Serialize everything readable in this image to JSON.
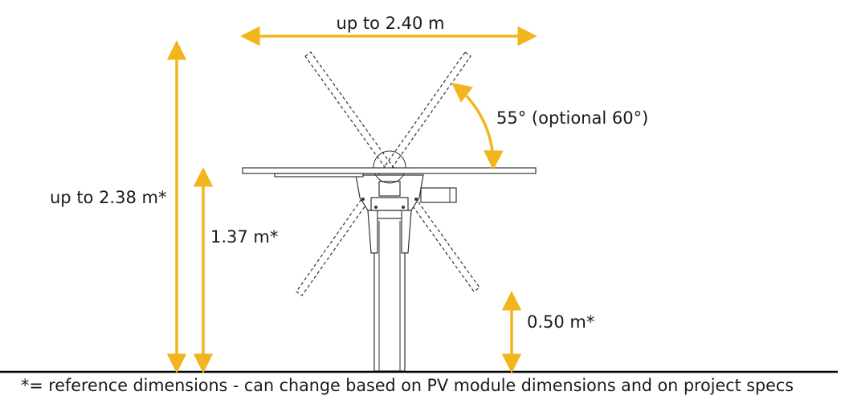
{
  "dimensions": {
    "width_label": "up to 2.40 m",
    "total_height_label": "up to 2.38 m*",
    "axis_height_label": "1.37 m*",
    "clearance_label": "0.50 m*",
    "tilt_label": "55° (optional 60°)"
  },
  "footnote": "*= reference dimensions - can change based on PV module dimensions and on project specs",
  "colors": {
    "arrow": "#F2B51E",
    "line": "#333333",
    "ground": "#000000"
  }
}
